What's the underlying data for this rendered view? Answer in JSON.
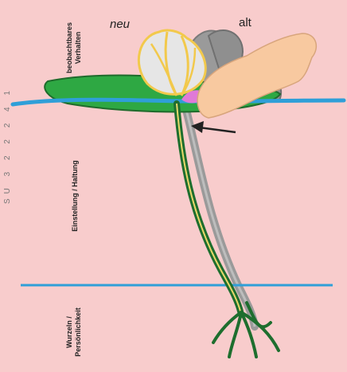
{
  "labels": {
    "new": "neu",
    "old": "alt",
    "behavior_line1": "beobachtbares",
    "behavior_line2": "Verhalten",
    "attitude": "Einstellung / Haltung",
    "roots_line1": "Wurzeln /",
    "roots_line2": "Persönlichkeit",
    "left_edge_text": "SU 3 2 2 2 4 1"
  },
  "colors": {
    "background": "#f8cccc",
    "water_line": "#2f9fd8",
    "leaf_green": "#2ea843",
    "leaf_outline": "#1f6b2c",
    "flower_outline": "#f2c94c",
    "flower_fill": "#e6e6e6",
    "old_plant_grey": "#9a9a9a",
    "hand_skin": "#f8c9a0",
    "pink_bud": "#e07ad8",
    "stem_green": "#2d8a3a",
    "arrow": "#222222"
  },
  "icons": [
    "arrow-left-icon"
  ]
}
